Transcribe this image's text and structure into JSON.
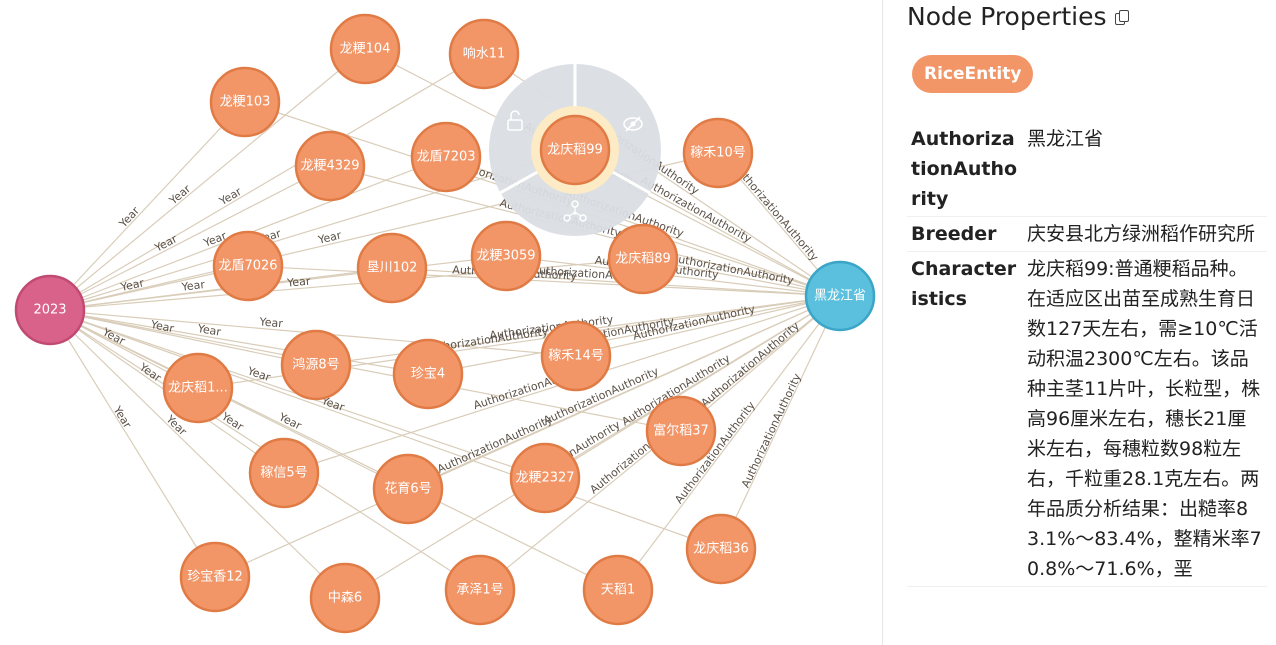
{
  "graph": {
    "hub_left": {
      "label": "2023",
      "color": "#d9628a",
      "border": "#c14a72"
    },
    "hub_right": {
      "label": "黑龙江省",
      "color": "#5bc0de",
      "border": "#3aa5c6"
    },
    "node_color": "#f29668",
    "node_border": "#e07b45",
    "selected_node": "龙庆稻99",
    "nodes": [
      "龙粳104",
      "响水11",
      "龙粳103",
      "龙粳4329",
      "龙盾7203",
      "龙庆稻99",
      "稼禾10号",
      "龙盾7026",
      "垦川102",
      "龙粳3059",
      "龙庆稻89",
      "鸿源8号",
      "珍宝4",
      "稼禾14号",
      "龙庆稻1...",
      "富尔稻37",
      "稼信5号",
      "花育6号",
      "龙粳2327",
      "龙庆稻36",
      "珍宝香12",
      "中森6",
      "承泽1号",
      "天稻1"
    ],
    "edge_labels": {
      "year": "Year",
      "authority": "AuthorizationAuthority"
    },
    "context_menu": {
      "items": [
        "unlock-icon",
        "hide-icon",
        "expand-icon"
      ]
    }
  },
  "panel": {
    "title": "Node Properties",
    "label_chip": "RiceEntity",
    "properties": [
      {
        "key": "AuthorizationAuthority",
        "value": "黑龙江省"
      },
      {
        "key": "Breeder",
        "value": "庆安县北方绿洲稻作研究所"
      },
      {
        "key": "Characteristics",
        "value": "龙庆稻99:普通粳稻品种。在适应区出苗至成熟生育日数127天左右，需≥10℃活动积温2300℃左右。该品种主茎11片叶，长粒型，株高96厘米左右，穗长21厘米左右，每穗粒数98粒左右，千粒重28.1克左右。两年品质分析结果：出糙率83.1%～83.4%，整精米率70.8%～71.6%，垩"
      }
    ]
  }
}
